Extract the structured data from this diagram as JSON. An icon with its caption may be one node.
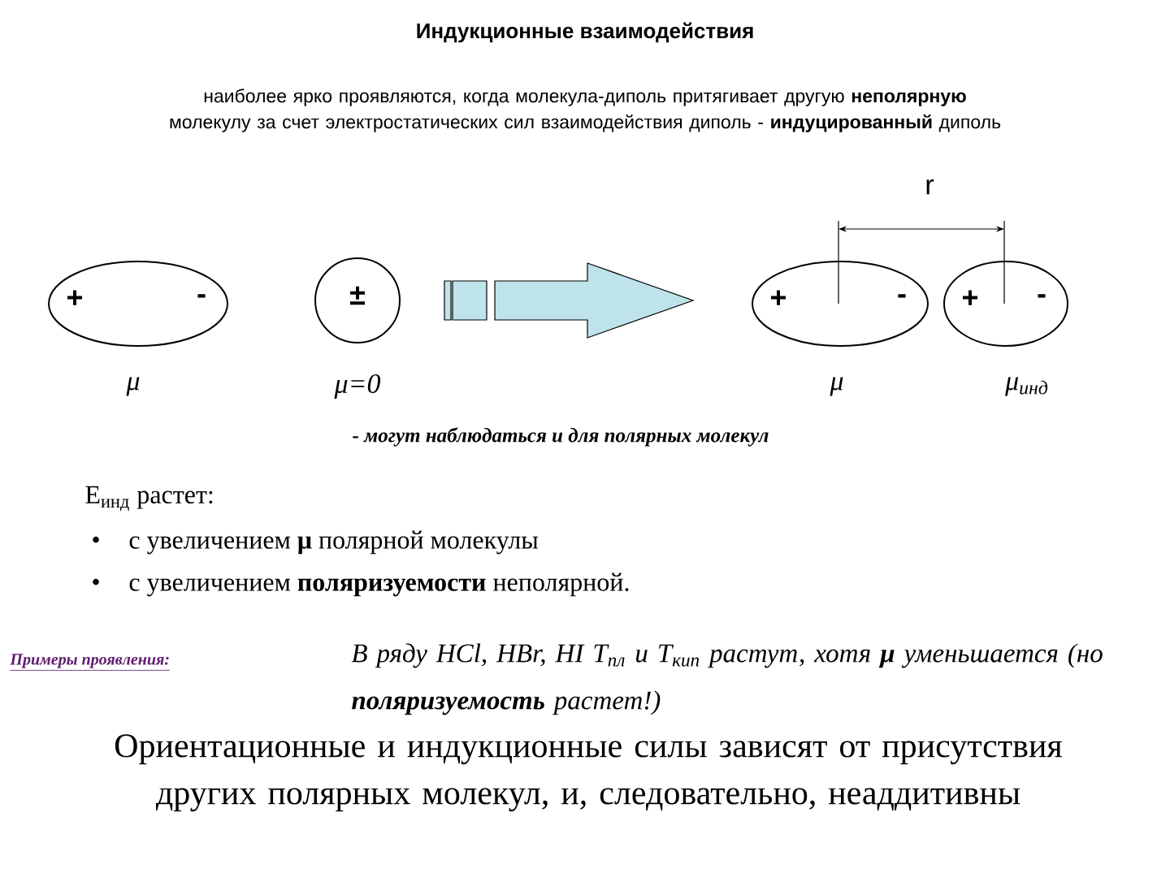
{
  "diagram": {
    "title": "Индукционные взаимодействия",
    "nodes": [
      {
        "text": [
          "+",
          "-"
        ],
        "beside": [
          "μ"
        ]
      },
      {
        "text": [
          "±"
        ],
        "beside": [
          "μ=0"
        ]
      },
      {
        "text": [
          "+",
          "-"
        ],
        "beside": [
          "μ"
        ]
      },
      {
        "text": [
          "+",
          "-"
        ],
        "beside": [
          "μ$_{инд}$"
        ]
      }
    ],
    "edges": [
      {
        "from": 1,
        "to": 2,
        "arrow": "to"
      }
    ],
    "labels": [
      "наиболее ярко проявляются, когда молекула-диполь притягивает другую **неполярную** молекулу за счет электростатических сил взаимодействия диполь - **индуцированный** диполь",
      "r",
      "- могут наблюдаться и для полярных молекул",
      "E$_{инд}$ растет:",
      "•",
      "с увеличением **μ** полярной молекулы",
      "•",
      "с увеличением **поляризуемости** неполярной.",
      "Примеры проявления:",
      "В ряду HCl, HBr, HI T$_{пл}$ и T$_{кип}$  растут, хотя **μ** уменьшается (но **поляризуемость** растет!)",
      "Ориентационные и индукционные силы зависят от присутствия других полярных молекул, и, следовательно, неаддитивны"
    ]
  }
}
